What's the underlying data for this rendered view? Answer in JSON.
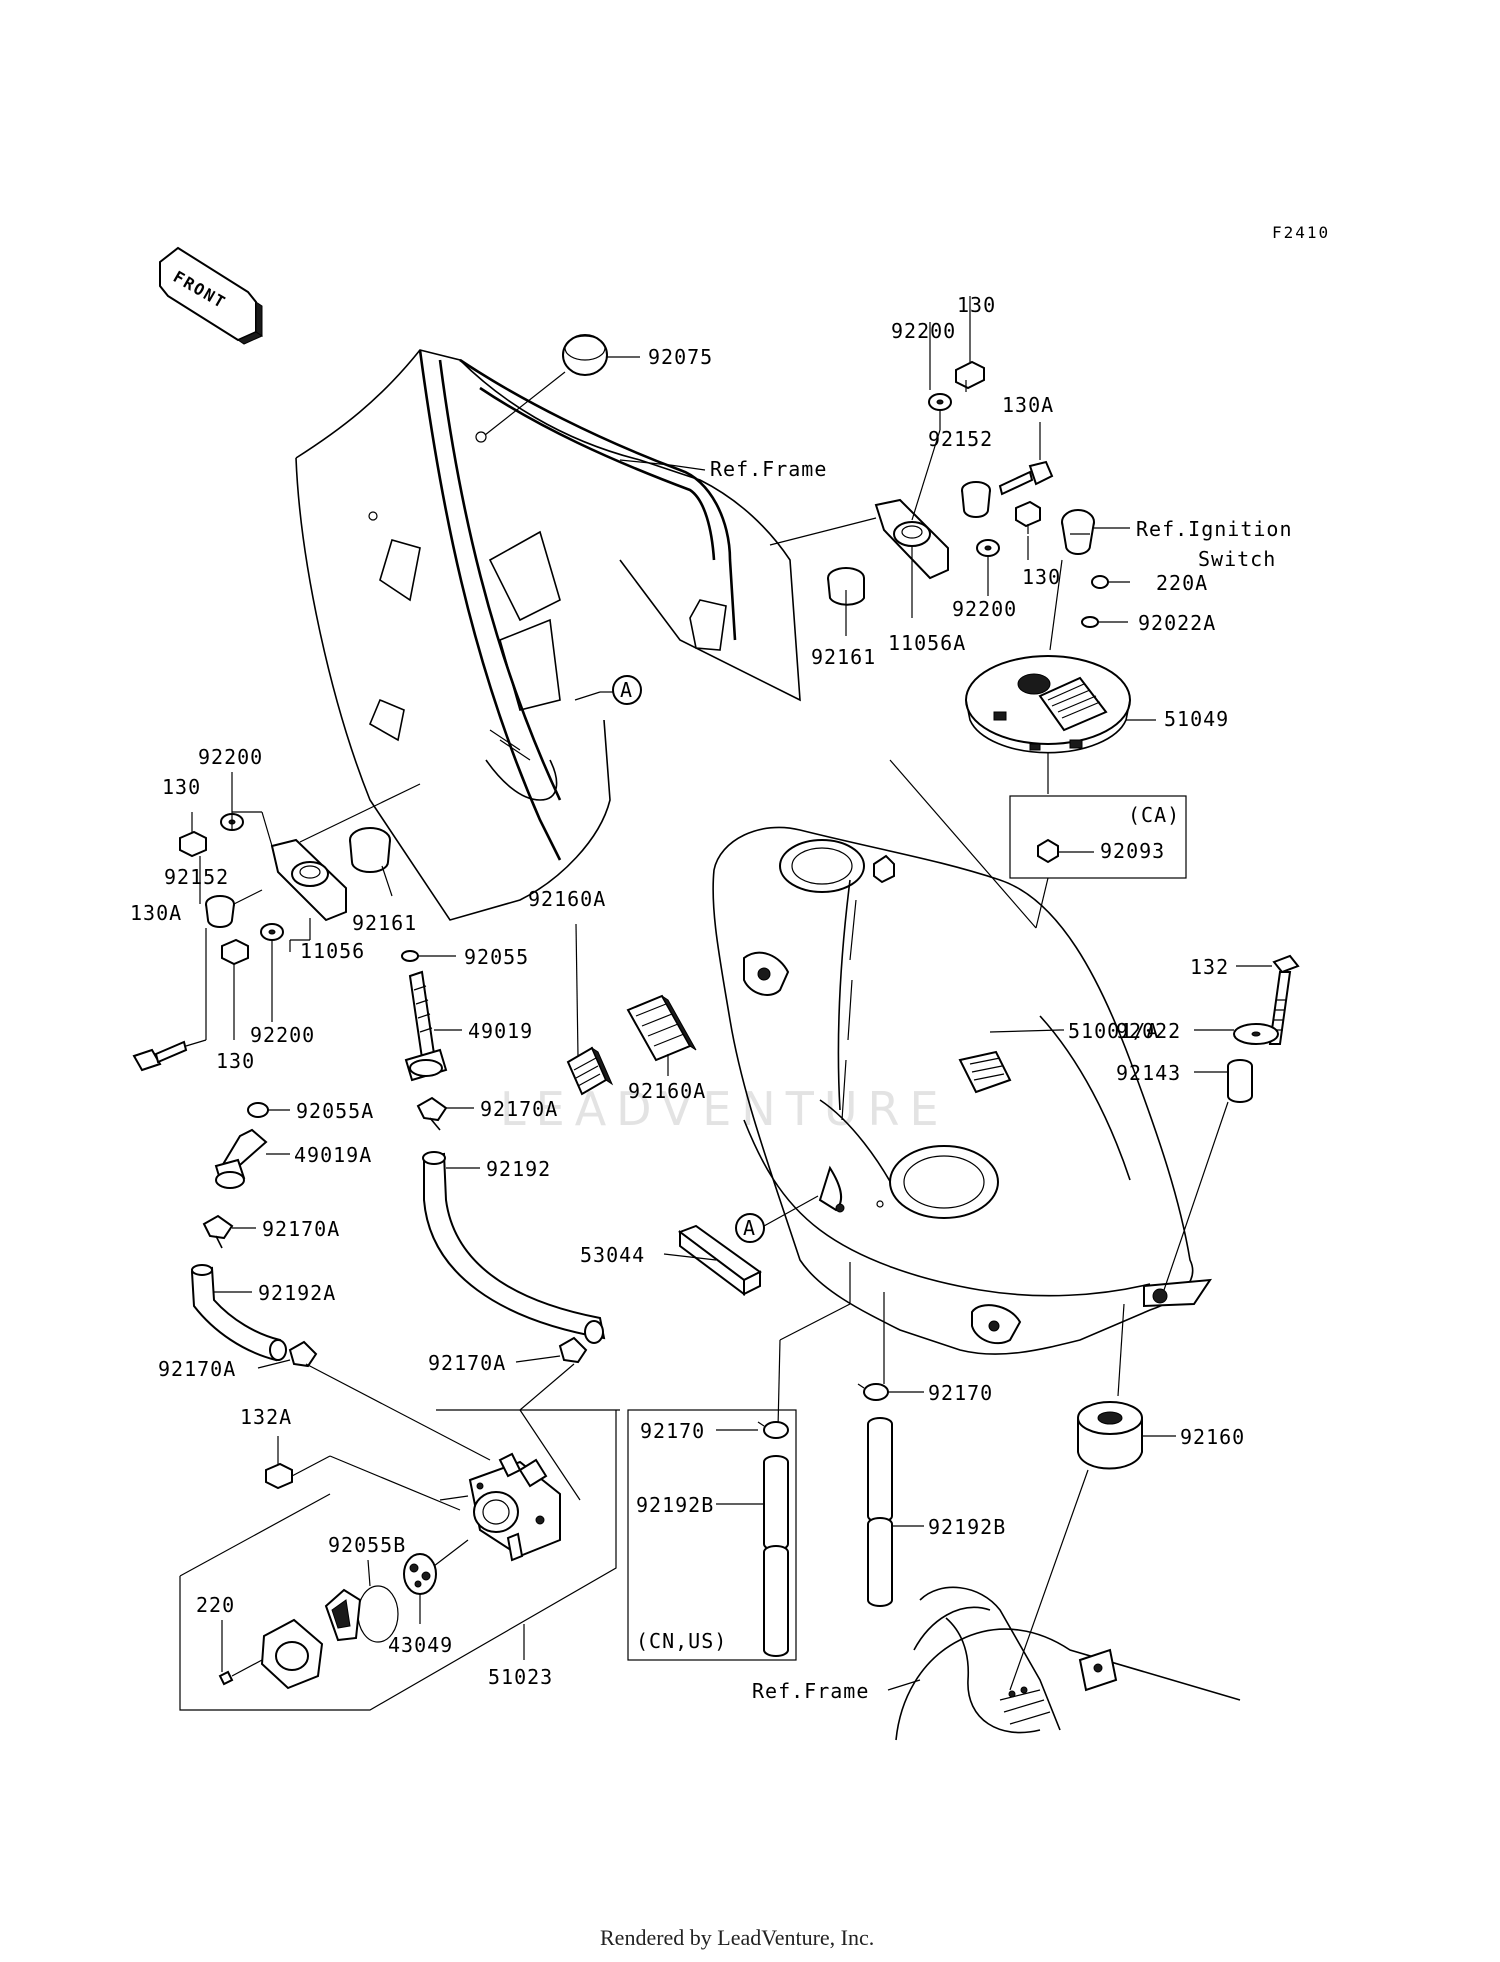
{
  "figure_code": "F2410",
  "front_label": "FRONT",
  "watermark": "LEADVENTURE",
  "credit": "Rendered by LeadVenture, Inc.",
  "colors": {
    "line": "#000000",
    "background": "#ffffff",
    "watermark": "#e3e3e3"
  },
  "callouts": {
    "c92075": "92075",
    "refFrameTop": "Ref.Frame",
    "c130_top": "130",
    "c92200_top": "92200",
    "c130A_top": "130A",
    "c92152_top": "92152",
    "refIgnition": "Ref.Ignition",
    "refIgnition2": "Switch",
    "c130_mid": "130",
    "c220A": "220A",
    "c92200_mid": "92200",
    "c92022A": "92022A",
    "c92161_top": "92161",
    "c11056A": "11056A",
    "c51049": "51049",
    "refA_top": "A",
    "caLabel": "(CA)",
    "c92093": "92093",
    "c92200_left": "92200",
    "c130_left": "130",
    "c92152_left": "92152",
    "c130A_left": "130A",
    "c92161_left": "92161",
    "c11056": "11056",
    "c92200_left2": "92200",
    "c130_left2": "130",
    "c92055": "92055",
    "c49019": "49019",
    "c92160A_a": "92160A",
    "c92160A_b": "92160A",
    "c132": "132",
    "c51001": "51001/A",
    "c92022": "92022",
    "c92143": "92143",
    "c92055A": "92055A",
    "c92170A_1": "92170A",
    "c49019A": "49019A",
    "c92192": "92192",
    "c92170A_2": "92170A",
    "c92192A": "92192A",
    "c53044": "53044",
    "refA_bottom": "A",
    "c92170A_3": "92170A",
    "c92170A_4": "92170A",
    "c92170_right": "92170",
    "c92160": "92160",
    "c132A": "132A",
    "c92170_box": "92170",
    "c92192B_box": "92192B",
    "c92192B_right": "92192B",
    "c92055B": "92055B",
    "cnus": "(CN,US)",
    "c220": "220",
    "c43049": "43049",
    "c51023": "51023",
    "refFrameBottom": "Ref.Frame"
  }
}
